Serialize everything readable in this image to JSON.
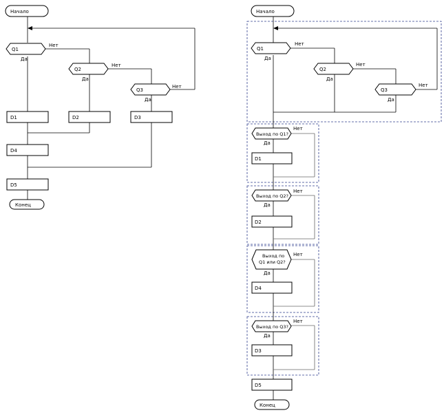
{
  "left": {
    "start": "Начало",
    "end": "Конец",
    "q1": "Q1",
    "q2": "Q2",
    "q3": "Q3",
    "d1": "D1",
    "d2": "D2",
    "d3": "D3",
    "d4": "D4",
    "d5": "D5",
    "yes": "Да",
    "no": "Нет"
  },
  "right": {
    "start": "Начало",
    "end": "Конец",
    "q1": "Q1",
    "q2": "Q2",
    "q3": "Q3",
    "exit_q1": "Выход по Q1?",
    "exit_q2": "Выход по Q2?",
    "exit_q1q2_line1": "Выход по",
    "exit_q1q2_line2": "Q1 или Q2?",
    "exit_q3": "Выход по Q3?",
    "d1": "D1",
    "d2": "D2",
    "d3": "D3",
    "d4": "D4",
    "d5": "D5",
    "yes": "Да",
    "no": "Нет"
  }
}
